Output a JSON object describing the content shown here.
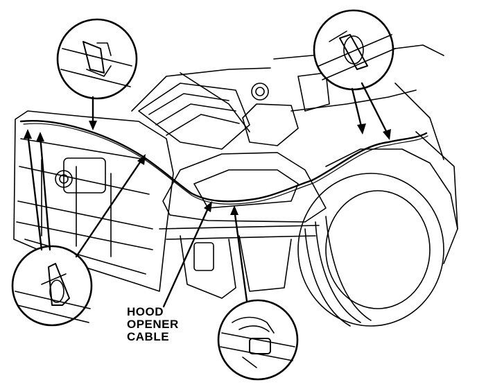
{
  "figure": {
    "callout_label": [
      "HOOD",
      "OPENER",
      "CABLE"
    ],
    "line_color": "#000000",
    "background": "#ffffff"
  }
}
